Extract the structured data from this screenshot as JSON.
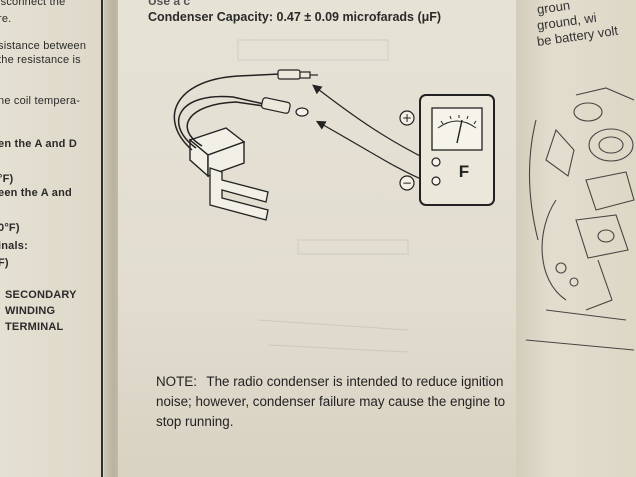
{
  "left_page": {
    "lines": [
      "isconnect the",
      "re.",
      "sistance between",
      "the resistance is",
      "ne coil tempera-",
      "en the A and D",
      "°F)",
      "een the A and",
      "0°F)",
      "inals:",
      "F)",
      "SECONDARY",
      "WINDING",
      "TERMINAL"
    ]
  },
  "center_page": {
    "header_cut": "Use a c",
    "heading": "Condenser Capacity: 0.47 ± 0.09 microfarads (μF)",
    "meter": {
      "label": "F",
      "plus_symbol": "+",
      "minus_symbol": "−"
    },
    "note": {
      "label": "NOTE:",
      "text": "The radio condenser is intended to reduce ignition noise; however, condenser failure may cause the engine to stop running."
    }
  },
  "right_page": {
    "lines": [
      "groun",
      "ground, wi",
      "be battery volt"
    ]
  }
}
